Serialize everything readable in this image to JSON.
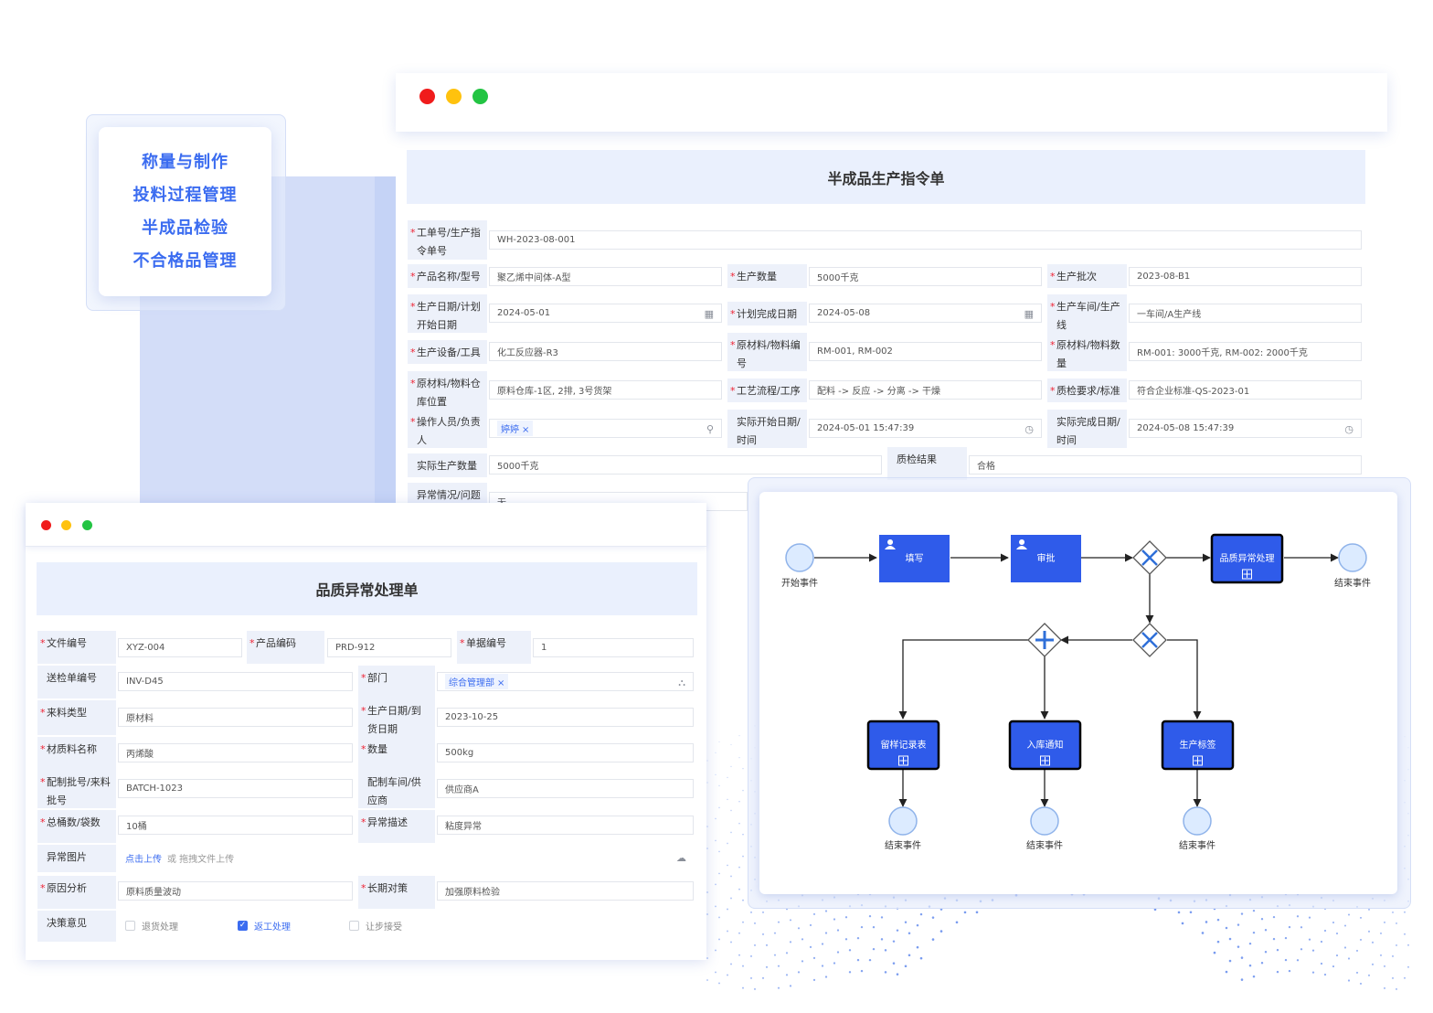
{
  "feature_list": [
    "称量与制作",
    "投料过程管理",
    "半成品检验",
    "不合格品管理"
  ],
  "window_controls": {
    "close": "#f01c1c",
    "minimize": "#ffc20e",
    "maximize": "#23c443"
  },
  "production_order": {
    "title": "半成品生产指令单",
    "fields": [
      {
        "label": "工单号/生产指令单号",
        "required": true,
        "value": "WH-2023-08-001"
      },
      {
        "label": "产品名称/型号",
        "required": true,
        "value": "聚乙烯中间体-A型"
      },
      {
        "label": "生产数量",
        "required": true,
        "value": "5000千克"
      },
      {
        "label": "生产批次",
        "required": true,
        "value": "2023-08-B1"
      },
      {
        "label": "生产日期/计划开始日期",
        "required": true,
        "value": "2024-05-01",
        "icon": "calendar-icon"
      },
      {
        "label": "计划完成日期",
        "required": true,
        "value": "2024-05-08",
        "icon": "calendar-icon"
      },
      {
        "label": "生产车间/生产线",
        "required": true,
        "value": "一车间/A生产线"
      },
      {
        "label": "生产设备/工具",
        "required": true,
        "value": "化工反应器-R3"
      },
      {
        "label": "原材料/物料编号",
        "required": true,
        "value": "RM-001, RM-002"
      },
      {
        "label": "原材料/物料数量",
        "required": true,
        "value": "RM-001: 3000千克, RM-002: 2000千克"
      },
      {
        "label": "原材料/物料仓库位置",
        "required": true,
        "value": "原料仓库-1区, 2排, 3号货架"
      },
      {
        "label": "工艺流程/工序",
        "required": true,
        "value": "配料 -> 反应 -> 分离 -> 干燥"
      },
      {
        "label": "质检要求/标准",
        "required": true,
        "value": "符合企业标准-QS-2023-01"
      },
      {
        "label": "操作人员/负责人",
        "required": true,
        "tag": "婷婷",
        "tag_close": "×",
        "icon": "user-icon"
      },
      {
        "label": "实际开始日期/时间",
        "required": false,
        "value": "2024-05-01 15:47:39",
        "icon": "clock-icon"
      },
      {
        "label": "实际完成日期/时间",
        "required": false,
        "value": "2024-05-08 15:47:39",
        "icon": "clock-icon"
      },
      {
        "label": "实际生产数量",
        "required": false,
        "value": "5000千克"
      },
      {
        "label": "质检结果",
        "required": false,
        "value": "合格"
      },
      {
        "label": "异常情况/问题",
        "required": false,
        "value": "无"
      }
    ]
  },
  "quality_form": {
    "title": "品质异常处理单",
    "fields": [
      {
        "label": "文件编号",
        "required": true,
        "value": "XYZ-004"
      },
      {
        "label": "产品编码",
        "required": true,
        "value": "PRD-912"
      },
      {
        "label": "单据编号",
        "required": true,
        "value": "1"
      },
      {
        "label": "送检单编号",
        "required": false,
        "value": "INV-D45"
      },
      {
        "label": "部门",
        "required": true,
        "tag": "综合管理部",
        "tag_close": "×",
        "icon": "org-chart-icon"
      },
      {
        "label": "来料类型",
        "required": true,
        "value": "原材料"
      },
      {
        "label": "生产日期/到货日期",
        "required": true,
        "value": "2023-10-25"
      },
      {
        "label": "材质料名称",
        "required": true,
        "value": "丙烯酸"
      },
      {
        "label": "数量",
        "required": true,
        "value": "500kg"
      },
      {
        "label": "配制批号/来料批号",
        "required": true,
        "value": "BATCH-1023"
      },
      {
        "label": "配制车间/供应商",
        "required": false,
        "value": "供应商A"
      },
      {
        "label": "总桶数/袋数",
        "required": true,
        "value": "10桶"
      },
      {
        "label": "异常描述",
        "required": true,
        "value": "粘度异常"
      },
      {
        "label": "异常图片",
        "required": false,
        "upload_link": "点击上传",
        "upload_hint": "或 拖拽文件上传",
        "icon": "cloud-upload-icon"
      },
      {
        "label": "原因分析",
        "required": true,
        "value": "原料质量波动"
      },
      {
        "label": "长期对策",
        "required": true,
        "value": "加强原料检验"
      },
      {
        "label": "决策意见",
        "required": false
      }
    ],
    "decision_options": [
      {
        "label": "退货处理",
        "checked": false
      },
      {
        "label": "返工处理",
        "checked": true
      },
      {
        "label": "让步接受",
        "checked": false
      }
    ]
  },
  "workflow": {
    "start_label": "开始事件",
    "end_label": "结束事件",
    "tasks": [
      "填写",
      "审批"
    ],
    "subprocesses": [
      "品质异常处理",
      "留样记录表",
      "入库通知",
      "生产标签"
    ],
    "colors": {
      "task": "#2f5bea",
      "event_fill": "#dcebff",
      "event_stroke": "#8fb3ea",
      "gateway": "#2f6fd8"
    }
  }
}
